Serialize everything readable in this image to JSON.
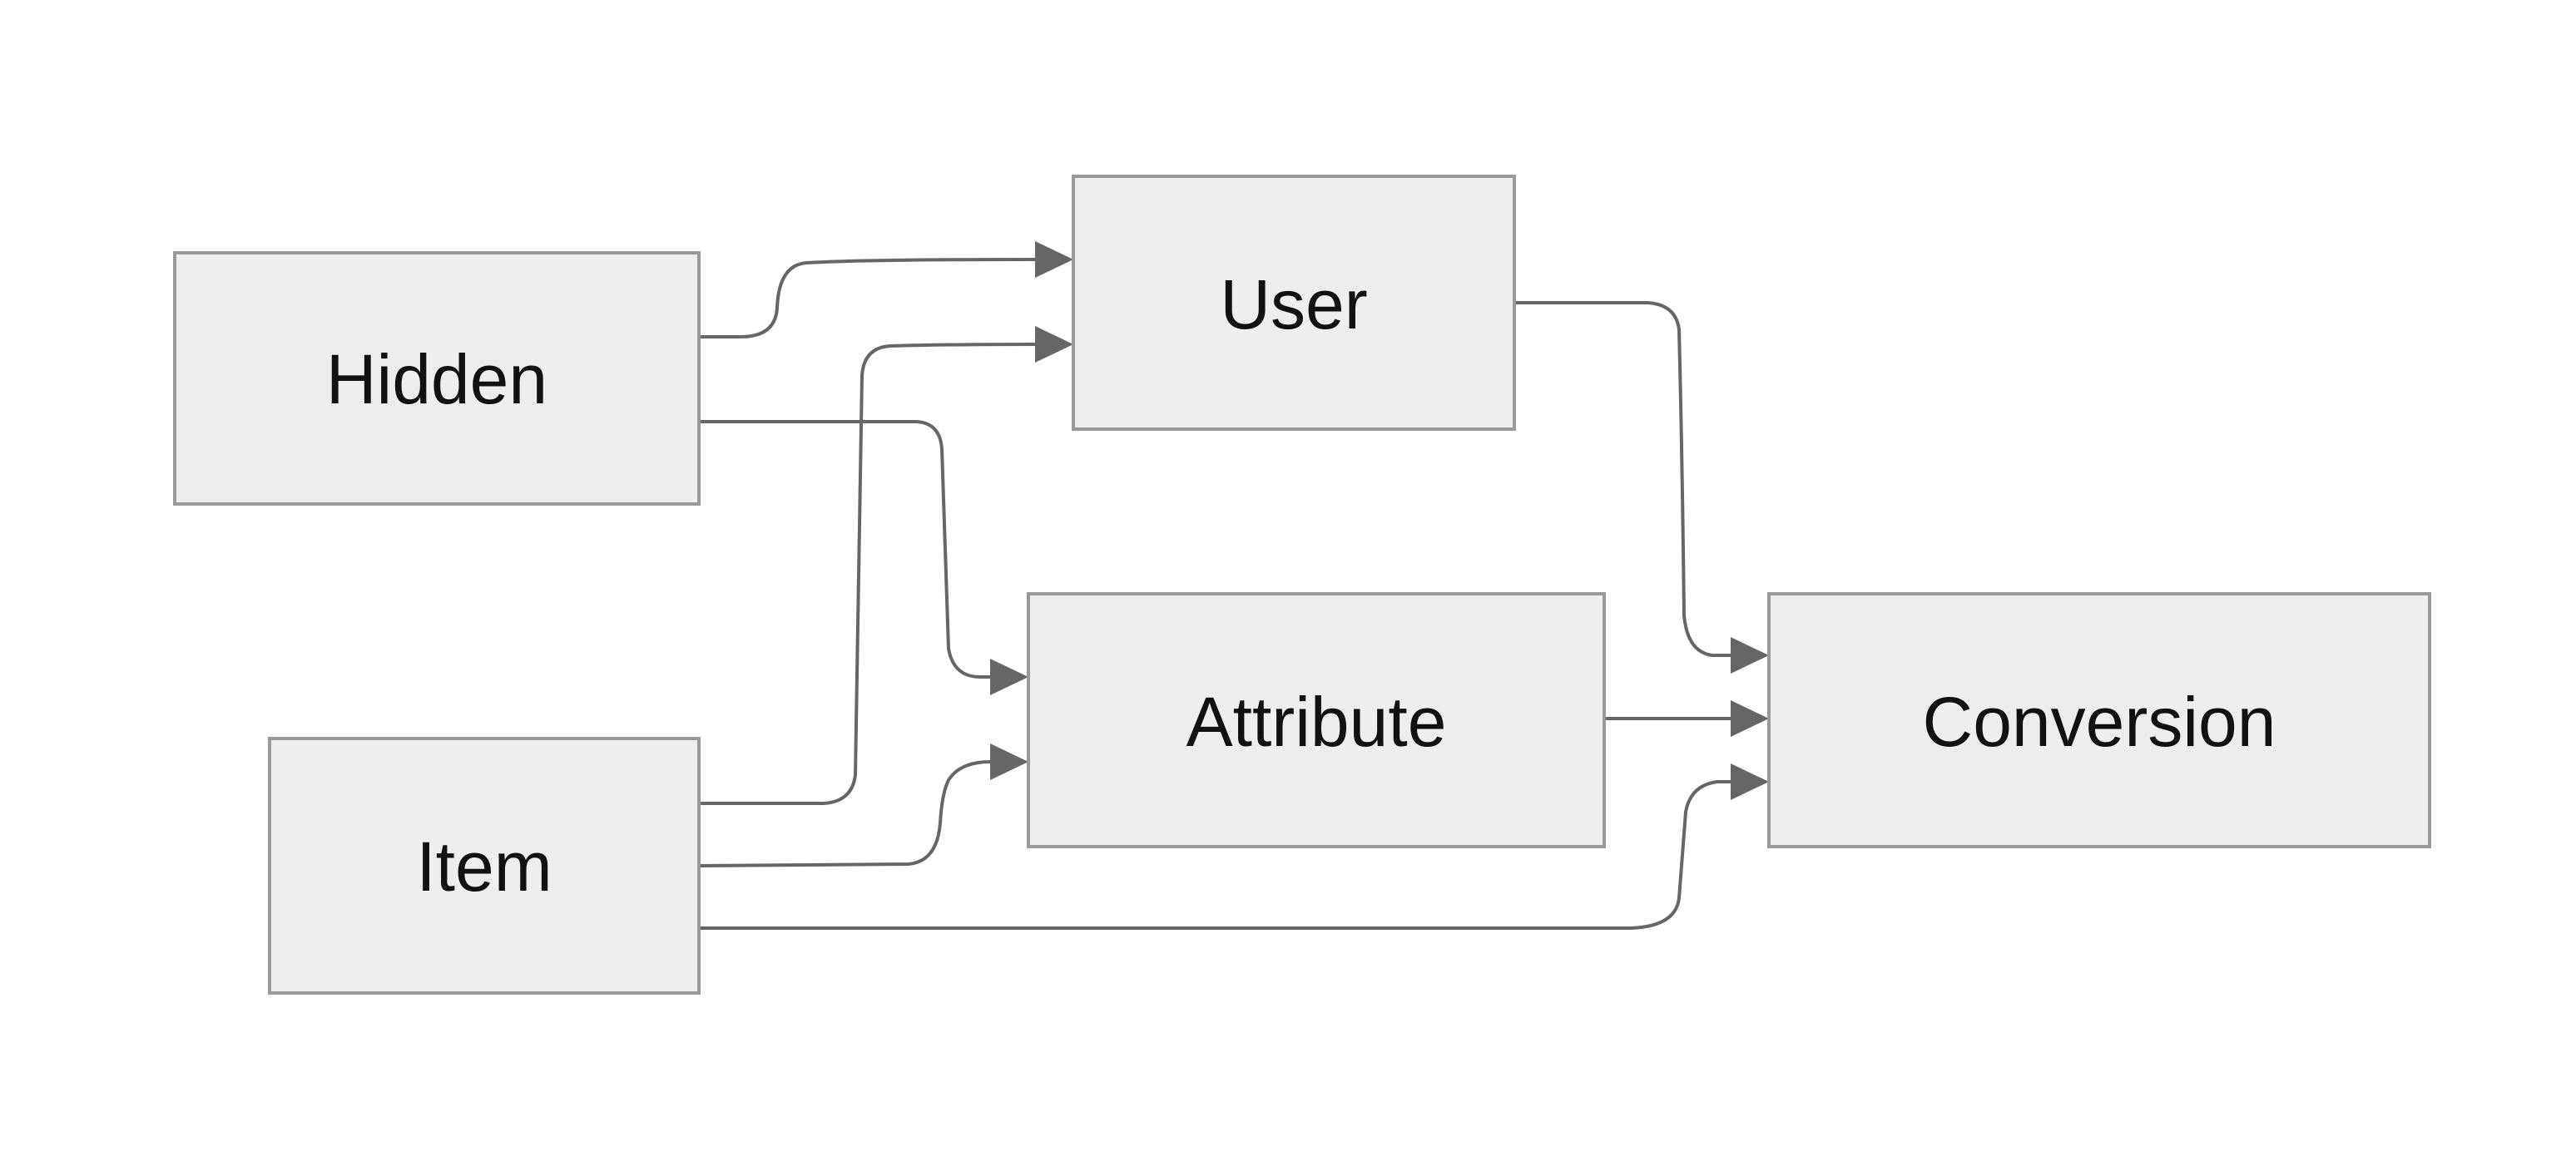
{
  "diagram": {
    "colors": {
      "node_fill": "#eeeeee",
      "node_stroke": "#999999",
      "edge": "#666666",
      "text": "#111111"
    },
    "nodes": [
      {
        "id": "hidden",
        "label": "Hidden"
      },
      {
        "id": "user",
        "label": "User"
      },
      {
        "id": "attribute",
        "label": "Attribute"
      },
      {
        "id": "item",
        "label": "Item"
      },
      {
        "id": "conversion",
        "label": "Conversion"
      }
    ],
    "edges": [
      {
        "from": "hidden",
        "to": "user"
      },
      {
        "from": "hidden",
        "to": "attribute"
      },
      {
        "from": "item",
        "to": "user"
      },
      {
        "from": "item",
        "to": "attribute"
      },
      {
        "from": "item",
        "to": "conversion"
      },
      {
        "from": "user",
        "to": "conversion"
      },
      {
        "from": "attribute",
        "to": "conversion"
      }
    ]
  }
}
